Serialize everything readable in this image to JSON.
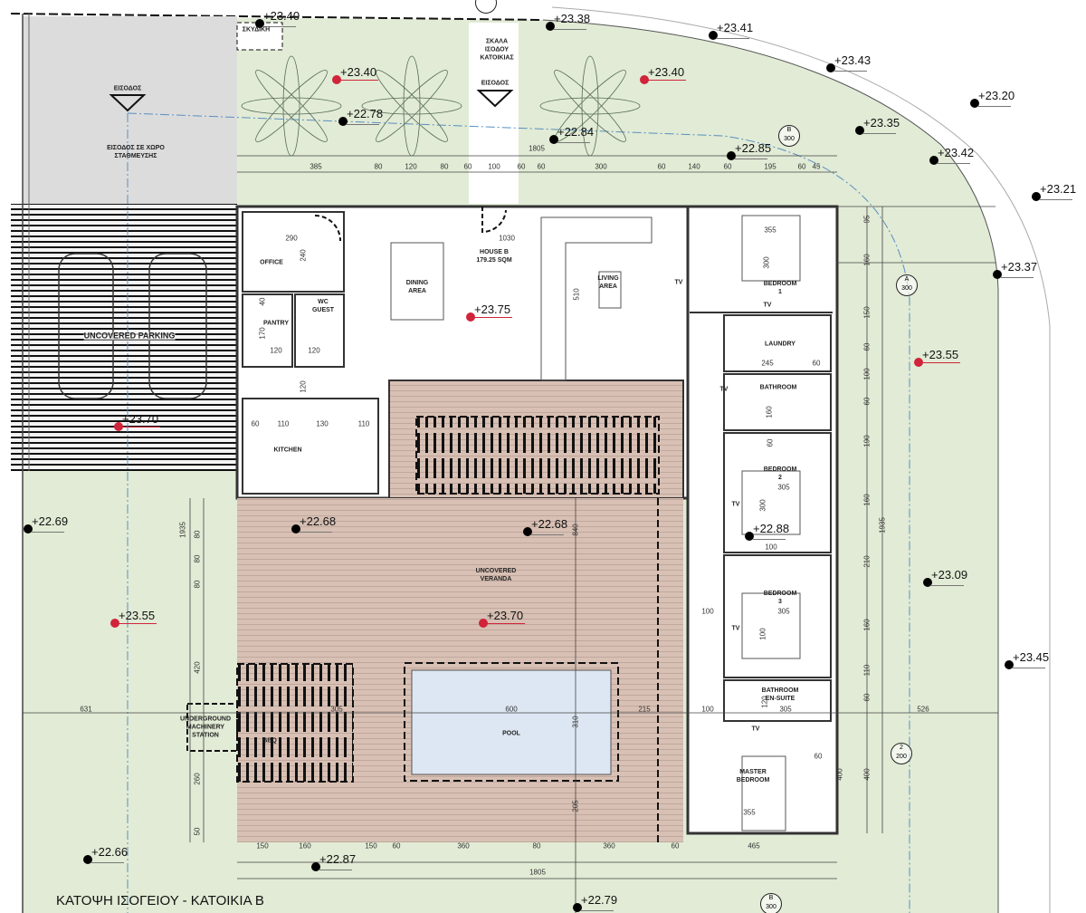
{
  "title": "ΚΑΤΟΨΗ ΙΣΟΓΕΙΟΥ - ΚΑΤΟΙΚΙΑ Β",
  "colors": {
    "garden": "#e1ebd5",
    "parking": "#dcdcdc",
    "veranda": "#d8c0b4",
    "pool": "#dde7f3",
    "house": "#ffffff",
    "elevation_red": "#d0243a"
  },
  "elevations": [
    {
      "value": "+23.40",
      "type": "black"
    },
    {
      "value": "+23.38",
      "type": "black"
    },
    {
      "value": "+23.41",
      "type": "black"
    },
    {
      "value": "+23.43",
      "type": "black"
    },
    {
      "value": "+23.20",
      "type": "black"
    },
    {
      "value": "+23.35",
      "type": "black"
    },
    {
      "value": "+23.42",
      "type": "black"
    },
    {
      "value": "+23.21",
      "type": "black"
    },
    {
      "value": "+23.37",
      "type": "black"
    },
    {
      "value": "+23.55",
      "type": "red"
    },
    {
      "value": "+23.09",
      "type": "black"
    },
    {
      "value": "+23.45",
      "type": "black"
    },
    {
      "value": "+23.40",
      "type": "red"
    },
    {
      "value": "+23.40",
      "type": "red"
    },
    {
      "value": "+22.78",
      "type": "black"
    },
    {
      "value": "+22.84",
      "type": "black"
    },
    {
      "value": "+22.85",
      "type": "black"
    },
    {
      "value": "+23.75",
      "type": "red"
    },
    {
      "value": "+23.70",
      "type": "red"
    },
    {
      "value": "+22.69",
      "type": "black"
    },
    {
      "value": "+22.68",
      "type": "black"
    },
    {
      "value": "+22.68",
      "type": "black"
    },
    {
      "value": "+22.88",
      "type": "black"
    },
    {
      "value": "+23.55",
      "type": "red"
    },
    {
      "value": "+23.70",
      "type": "red"
    },
    {
      "value": "+22.66",
      "type": "black"
    },
    {
      "value": "+22.87",
      "type": "black"
    },
    {
      "value": "+22.79",
      "type": "black"
    }
  ],
  "rooms": [
    "OFFICE",
    "PANTRY",
    "WC\nGUEST",
    "KITCHEN",
    "DINING\nAREA",
    "HOUSE B\n179.25 SQM",
    "LIVING\nAREA",
    "BEDROOM\n1",
    "LAUNDRY",
    "BATHROOM",
    "BEDROOM\n2",
    "BEDROOM\n3",
    "BATHROOM\nEN-SUITE",
    "MASTER\nBEDROOM",
    "UNCOVERED\nVERANDA",
    "POOL",
    "BBQ",
    "UNDERGROUND\nMACHINERY\nSTATION",
    "UNCOVERED PARKING",
    "ΣΚΥΔΙΚΗ",
    "ΣΚΑΛΑ\nΙΣΟΔΟΥ\nΚΑΤΟΙΚΙΑΣ",
    "ΕΙΣΟΔΟΣ",
    "ΕΙΣΟΔΟΣ",
    "ΕΙΣΟΔΟΣ ΣΕ ΧΩΡΟ\nΣΤΑΘΜΕΥΣΗΣ",
    "TV",
    "TV",
    "TV",
    "TV",
    "TV",
    "TV"
  ],
  "dimensions": {
    "top": [
      "385",
      "80",
      "120",
      "80",
      "60",
      "100",
      "60",
      "60",
      "300",
      "60",
      "140",
      "60",
      "195",
      "60",
      "45"
    ],
    "top_total": "1805",
    "bottom": [
      "150",
      "160",
      "150",
      "60",
      "360",
      "80",
      "360",
      "60",
      "465"
    ],
    "bottom_total": "1805",
    "right": [
      "95",
      "160",
      "150",
      "60",
      "100",
      "60",
      "190",
      "160",
      "210",
      "160",
      "110",
      "60",
      "400"
    ],
    "right_total": "1935",
    "left": [
      "80",
      "80",
      "80",
      "420",
      "260",
      "50"
    ],
    "left_total": "1935",
    "interior": [
      "1030",
      "290",
      "240",
      "510",
      "840",
      "631",
      "305",
      "600",
      "215",
      "310",
      "205",
      "526",
      "355",
      "300",
      "355",
      "60",
      "305",
      "305",
      "100",
      "100",
      "110",
      "130",
      "110",
      "120",
      "170",
      "40",
      "120",
      "120",
      "60",
      "245",
      "60",
      "160",
      "300",
      "100",
      "100",
      "120",
      "305",
      "60",
      "400"
    ]
  },
  "section_markers": [
    {
      "label": "B",
      "scale": ""
    },
    {
      "label": "B",
      "scale": "300"
    },
    {
      "label": "A",
      "scale": "300"
    },
    {
      "label": "2",
      "scale": "200"
    },
    {
      "label": "B",
      "scale": "300"
    }
  ]
}
